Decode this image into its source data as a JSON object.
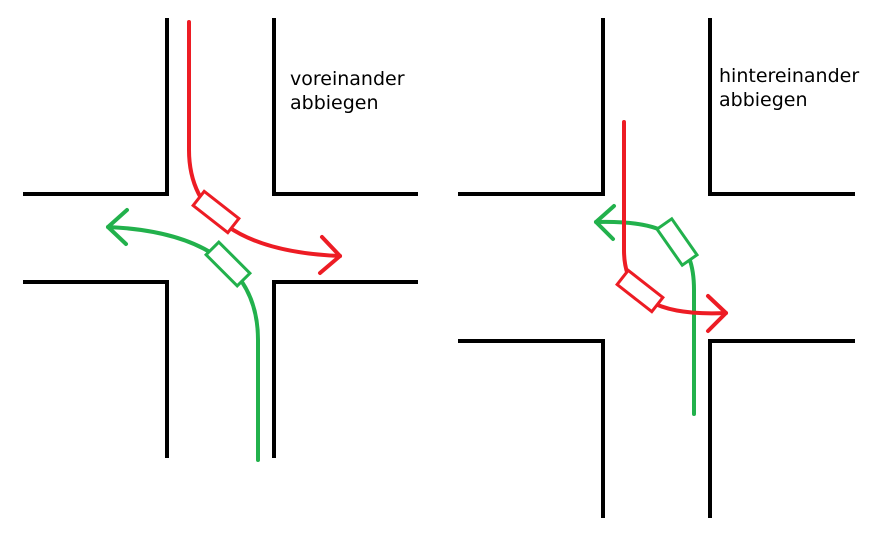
{
  "colors": {
    "road": "#000000",
    "left_turn_path": "#22b14c",
    "right_turn_path": "#ed1c24",
    "background": "#ffffff"
  },
  "icons": {
    "car": "car-outline-rectangle",
    "arrow": "arrow-head"
  },
  "panels": [
    {
      "id": "left",
      "label_lines": [
        "voreinander",
        "abbiegen"
      ]
    },
    {
      "id": "right",
      "label_lines": [
        "hintereinander",
        "abbiegen"
      ]
    }
  ]
}
